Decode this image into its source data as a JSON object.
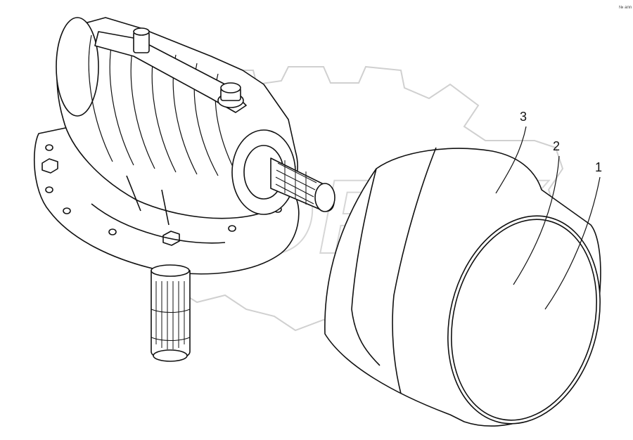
{
  "corner_note": "№ ann",
  "watermark": {
    "text": "OREX",
    "color": "#d6d6d6"
  },
  "callouts": [
    {
      "id": "3",
      "label": "3"
    },
    {
      "id": "2",
      "label": "2"
    },
    {
      "id": "1",
      "label": "1"
    }
  ],
  "colors": {
    "line": "#111111",
    "background": "#ffffff"
  }
}
